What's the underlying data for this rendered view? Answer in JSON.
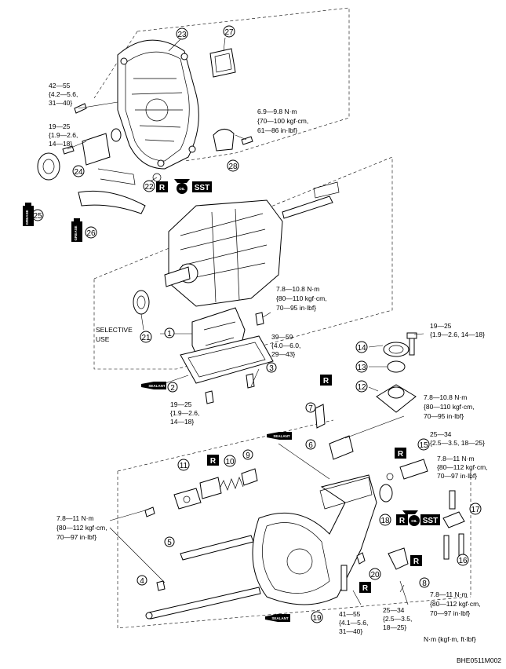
{
  "callouts": {
    "c1": "1",
    "c2": "2",
    "c3": "3",
    "c4": "4",
    "c5": "5",
    "c6": "6",
    "c7": "7",
    "c8": "8",
    "c9": "9",
    "c10": "10",
    "c11": "11",
    "c12": "12",
    "c13": "13",
    "c14": "14",
    "c15": "15",
    "c16": "16",
    "c17": "17",
    "c18": "18",
    "c19": "19",
    "c20": "20",
    "c21": "21",
    "c22": "22",
    "c23": "23",
    "c24": "24",
    "c25": "25",
    "c26": "26",
    "c27": "27",
    "c28": "28"
  },
  "torque": {
    "t42": [
      "42—55",
      "{4.2—5.6,",
      "31—40}"
    ],
    "t19a": [
      "19—25",
      "{1.9—2.6,",
      "14—18}"
    ],
    "t69": [
      "6.9—9.8 N·m",
      "{70—100 kgf·cm,",
      "61—86 in·lbf}"
    ],
    "t78a": [
      "7.8—10.8 N·m",
      "{80—110 kgf·cm,",
      "70—95 in·lbf}"
    ],
    "t39": [
      "39—59",
      "{4.0—6.0,",
      "29—43}"
    ],
    "t19b": [
      "19—25",
      "{1.9—2.6,",
      "14—18}"
    ],
    "t19c": [
      "19—25",
      "{1.9—2.6,  14—18}"
    ],
    "t78b": [
      "7.8—10.8 N·m",
      "{80—110 kgf·cm,",
      "70—95 in·lbf}"
    ],
    "t25a": [
      "25—34",
      "{2.5—3.5, 18—25}"
    ],
    "t78c": [
      "7.8—11 N·m",
      "{80—112 kgf·cm,",
      "70—97 in·lbf}"
    ],
    "t78d": [
      "7.8—11 N·m",
      "{80—112 kgf·cm,",
      "70—97 in·lbf}"
    ],
    "t78e": [
      "7.8—11 N·m",
      "{80—112 kgf·cm,",
      "70—97 in·lbf}"
    ],
    "t41": [
      "41—55",
      "{4.1—5.6,",
      "31—40}"
    ],
    "t25b": [
      "25—34",
      "{2.5—3.5,",
      "18—25}"
    ]
  },
  "notes": {
    "selective": [
      "SELECTIVE",
      "USE"
    ],
    "units": "N·m {kgf·m, ft·lbf}",
    "figure_code": "BHE0511M002"
  },
  "badges": {
    "r": "R",
    "sst": "SST",
    "oil": "OIL",
    "sealant": "SEALANT",
    "grease": "GREASE"
  },
  "colors": {
    "badge": "#000000",
    "background": "#ffffff",
    "line": "#000000"
  }
}
